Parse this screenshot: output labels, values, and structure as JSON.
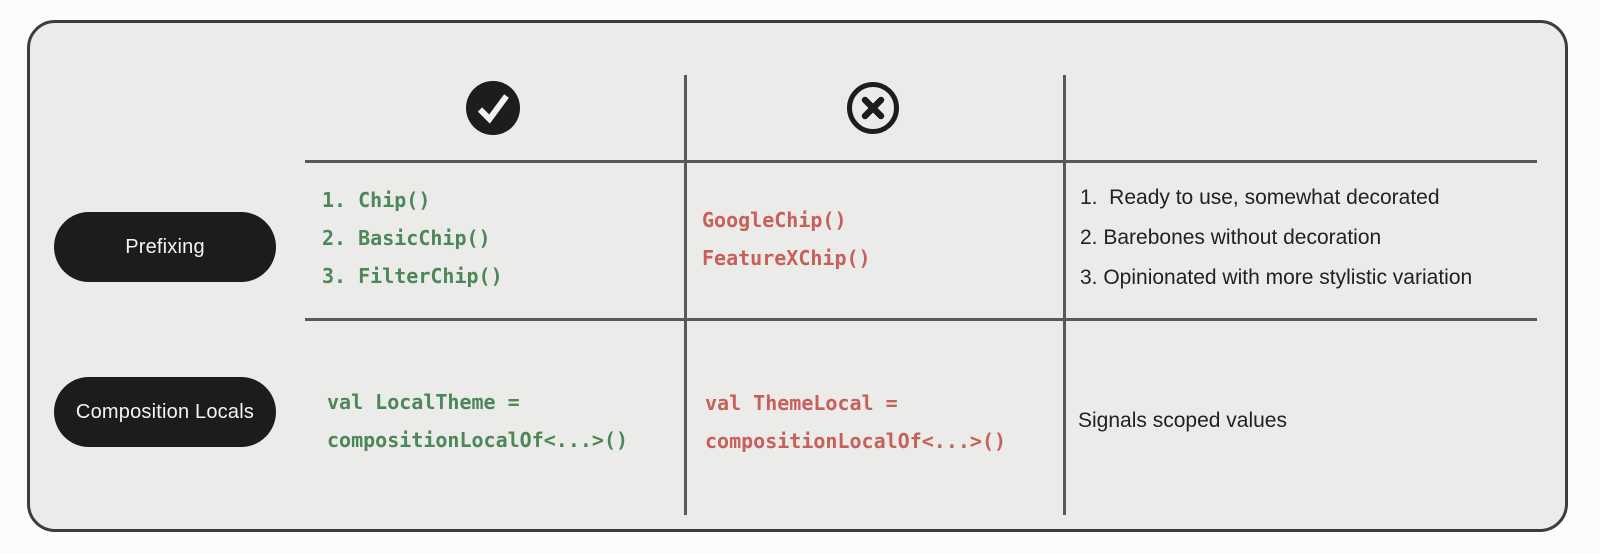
{
  "table": {
    "header": {
      "good_icon": "check-circle",
      "bad_icon": "cross-circle"
    },
    "rows": [
      {
        "label": "Prefixing",
        "good_code_lines": [
          "1. Chip()",
          "2. BasicChip()",
          "3. FilterChip()"
        ],
        "bad_code_lines": [
          "GoogleChip()",
          "FeatureXChip()"
        ],
        "note_lines": [
          "1.  Ready to use, somewhat decorated",
          "2. Barebones without decoration",
          "3. Opinionated with more stylistic variation"
        ]
      },
      {
        "label": "Composition Locals",
        "good_code_lines": [
          "val LocalTheme =",
          "compositionLocalOf<...>()"
        ],
        "bad_code_lines": [
          "val ThemeLocal =",
          "compositionLocalOf<...>()"
        ],
        "note_lines": [
          "Signals scoped values"
        ]
      }
    ]
  },
  "colors": {
    "page_bg": "#fcfcfc",
    "panel_bg": "#ebebea",
    "panel_border": "#3d3d3f",
    "grid_line": "#59595b",
    "pill_bg": "#1c1c1e",
    "pill_text": "#f4f4f4",
    "good_code": "#4d8757",
    "bad_code": "#c85f58",
    "note_text": "#202124",
    "icon_dark": "#1d1d1f",
    "icon_check_stroke": "#f2f2f2"
  }
}
